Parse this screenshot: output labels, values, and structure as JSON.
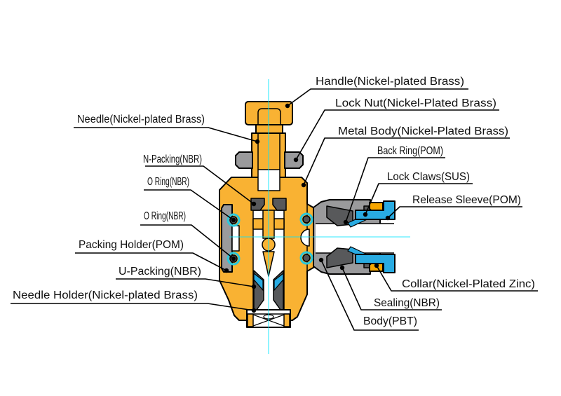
{
  "diagram": {
    "type": "technical-cross-section",
    "labels": {
      "handle": "Handle(Nickel-plated Brass)",
      "lock_nut": "Lock Nut(Nickel-Plated Brass)",
      "metal_body": "Metal Body(Nickel-Plated Brass)",
      "back_ring": "Back Ring(POM)",
      "lock_claws": "Lock Claws(SUS)",
      "release_sleeve": "Release Sleeve(POM)",
      "needle": "Needle(Nickel-plated Brass)",
      "n_packing": "N-Packing(NBR)",
      "o_ring_1": "O Ring(NBR)",
      "o_ring_2": "O Ring(NBR)",
      "packing_holder": "Packing Holder(POM)",
      "u_packing": "U-Packing(NBR)",
      "needle_holder": "Needle Holder(Nickel-plated Brass)",
      "collar": "Collar(Nickel-Plated Zinc)",
      "sealing": "Sealing(NBR)",
      "body": "Body(PBT)"
    },
    "colors": {
      "brass": "#F9B233",
      "collar_orange": "#F7A600",
      "resin_gray": "#9A9A9C",
      "rubber_dark": "#58595B",
      "sleeve_blue": "#29ABE2",
      "oring_ring": "#2BC8DC",
      "centerline": "#00E5FF",
      "outline": "#000000",
      "background": "#FFFFFF"
    }
  }
}
